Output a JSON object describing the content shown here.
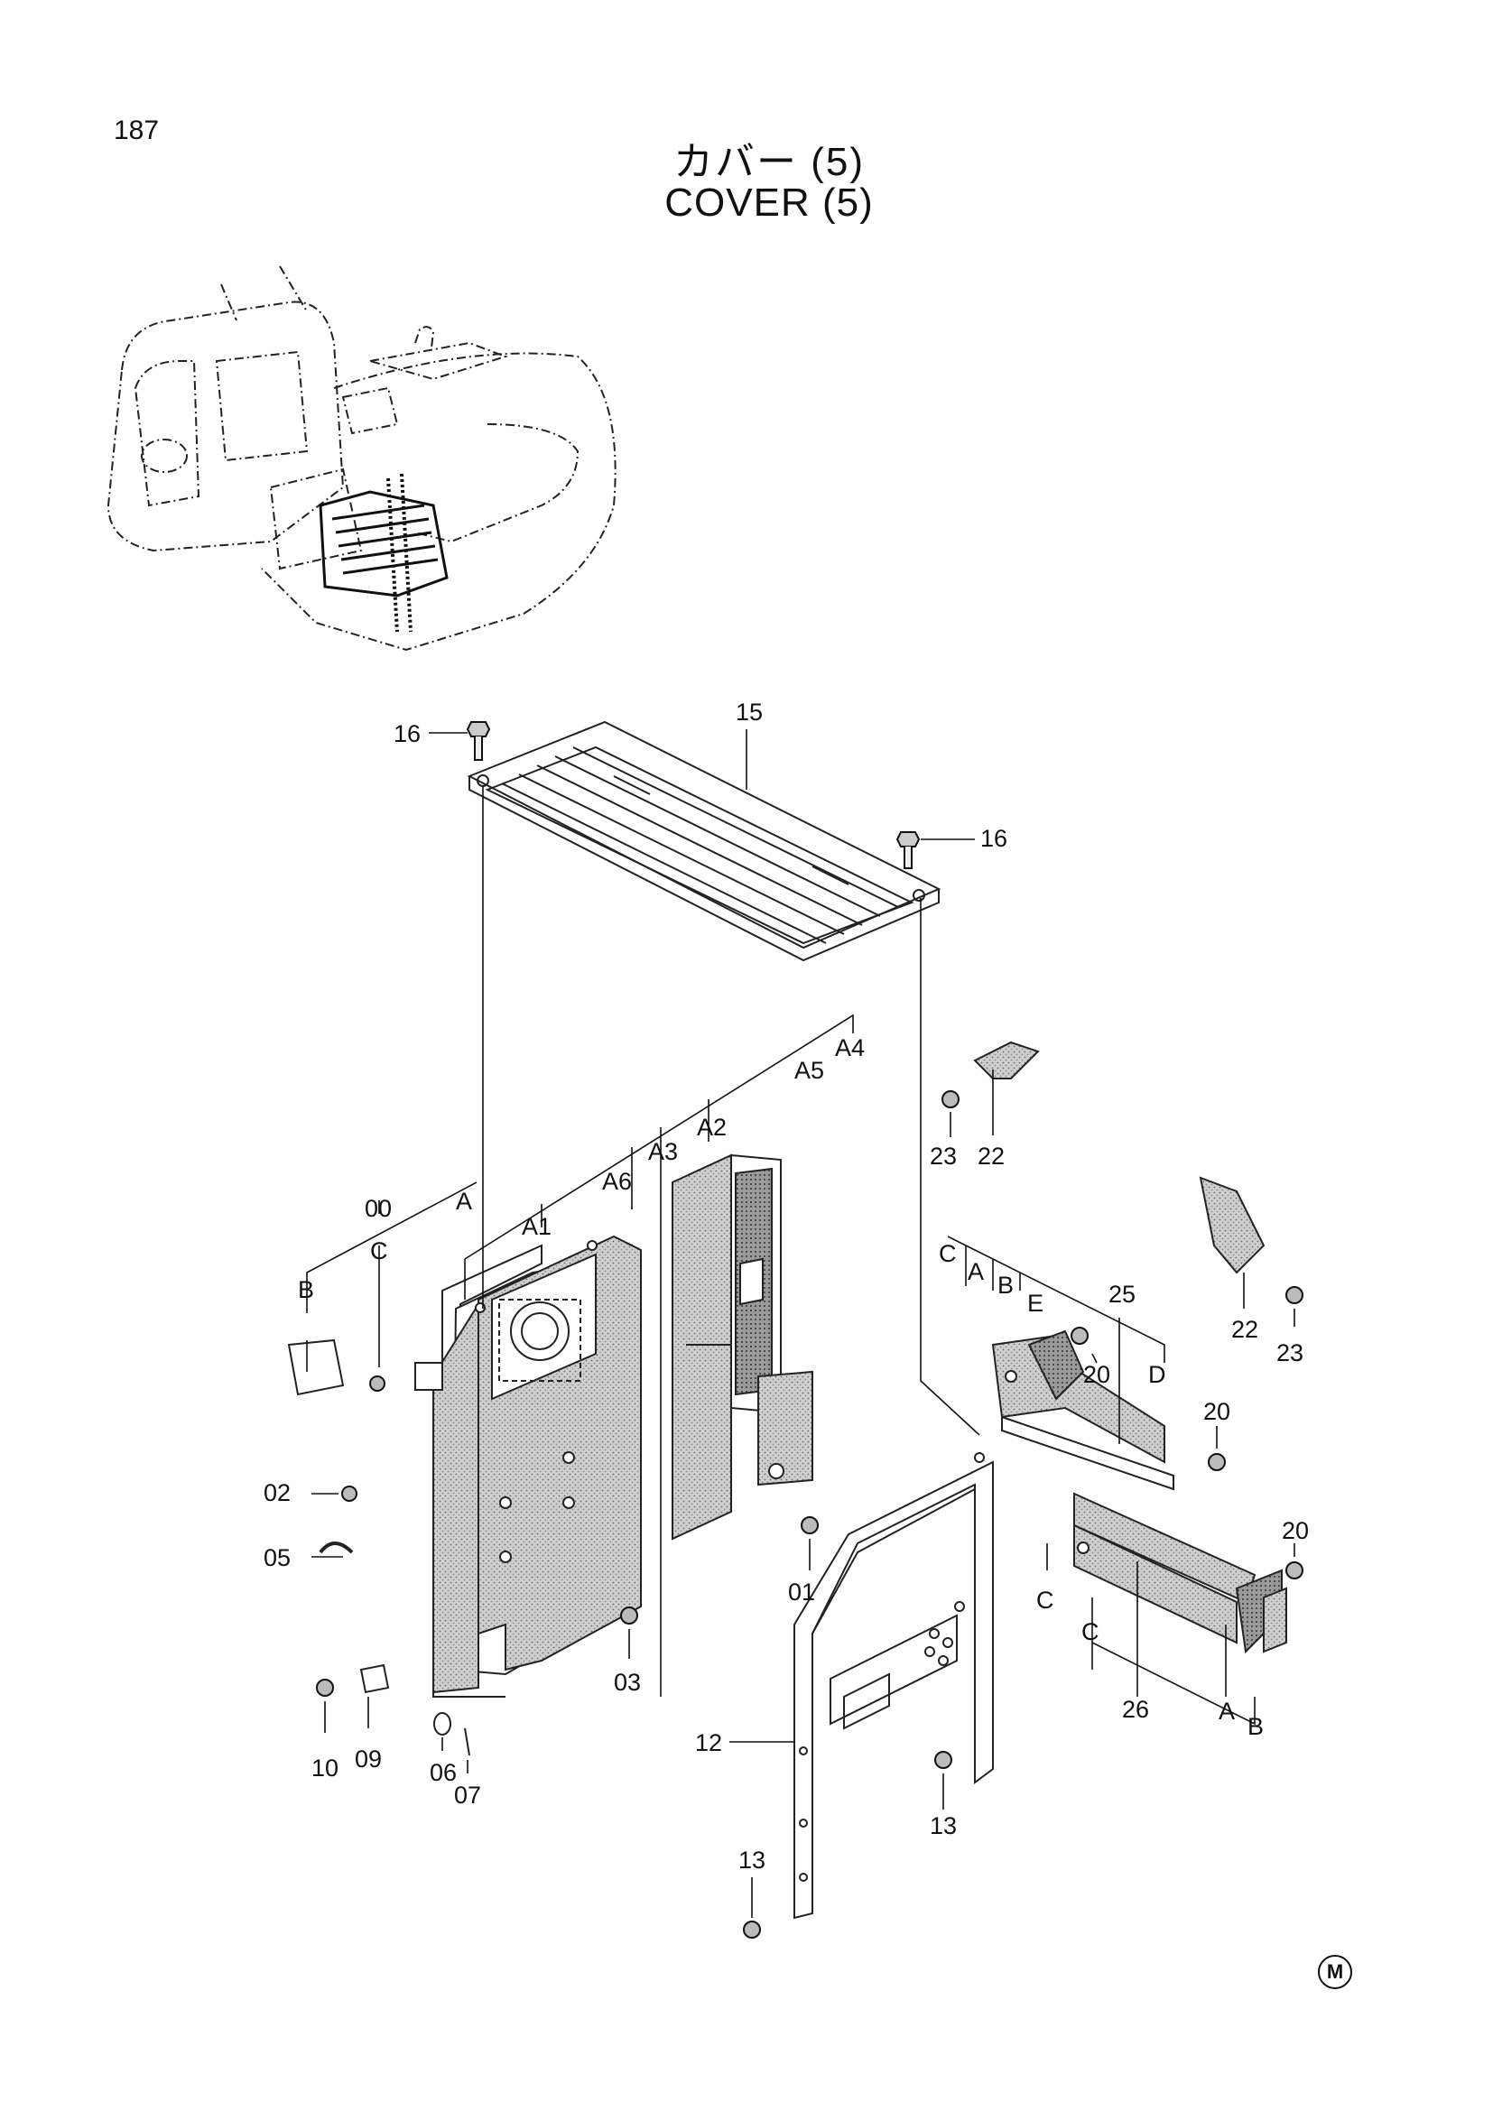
{
  "header": {
    "page_number": "187",
    "title_jp": "カバー (5)",
    "title_en": "COVER (5)"
  },
  "callouts": {
    "c15": "15",
    "c16a": "16",
    "c16b": "16",
    "c00": "00",
    "cA": "A",
    "cB": "B",
    "cC": "C",
    "cA1": "A1",
    "cA6": "A6",
    "cA3": "A3",
    "cA2": "A2",
    "cA5": "A5",
    "cA4": "A4",
    "c02": "02",
    "c05": "05",
    "c10": "10",
    "c09": "09",
    "c06": "06",
    "c07": "07",
    "c03": "03",
    "c01": "01",
    "c12": "12",
    "c13a": "13",
    "c13b": "13",
    "c23a": "23",
    "c22a": "22",
    "c22b": "22",
    "c23b": "23",
    "cC2": "C",
    "cA7": "A",
    "cB2": "B",
    "cE": "E",
    "c25": "25",
    "c20a": "20",
    "cD": "D",
    "c20b": "20",
    "c20c": "20",
    "cC3": "C",
    "cC4": "C",
    "c26": "26",
    "cA8": "A",
    "cB3": "B"
  },
  "footer": {
    "mark": "M"
  }
}
